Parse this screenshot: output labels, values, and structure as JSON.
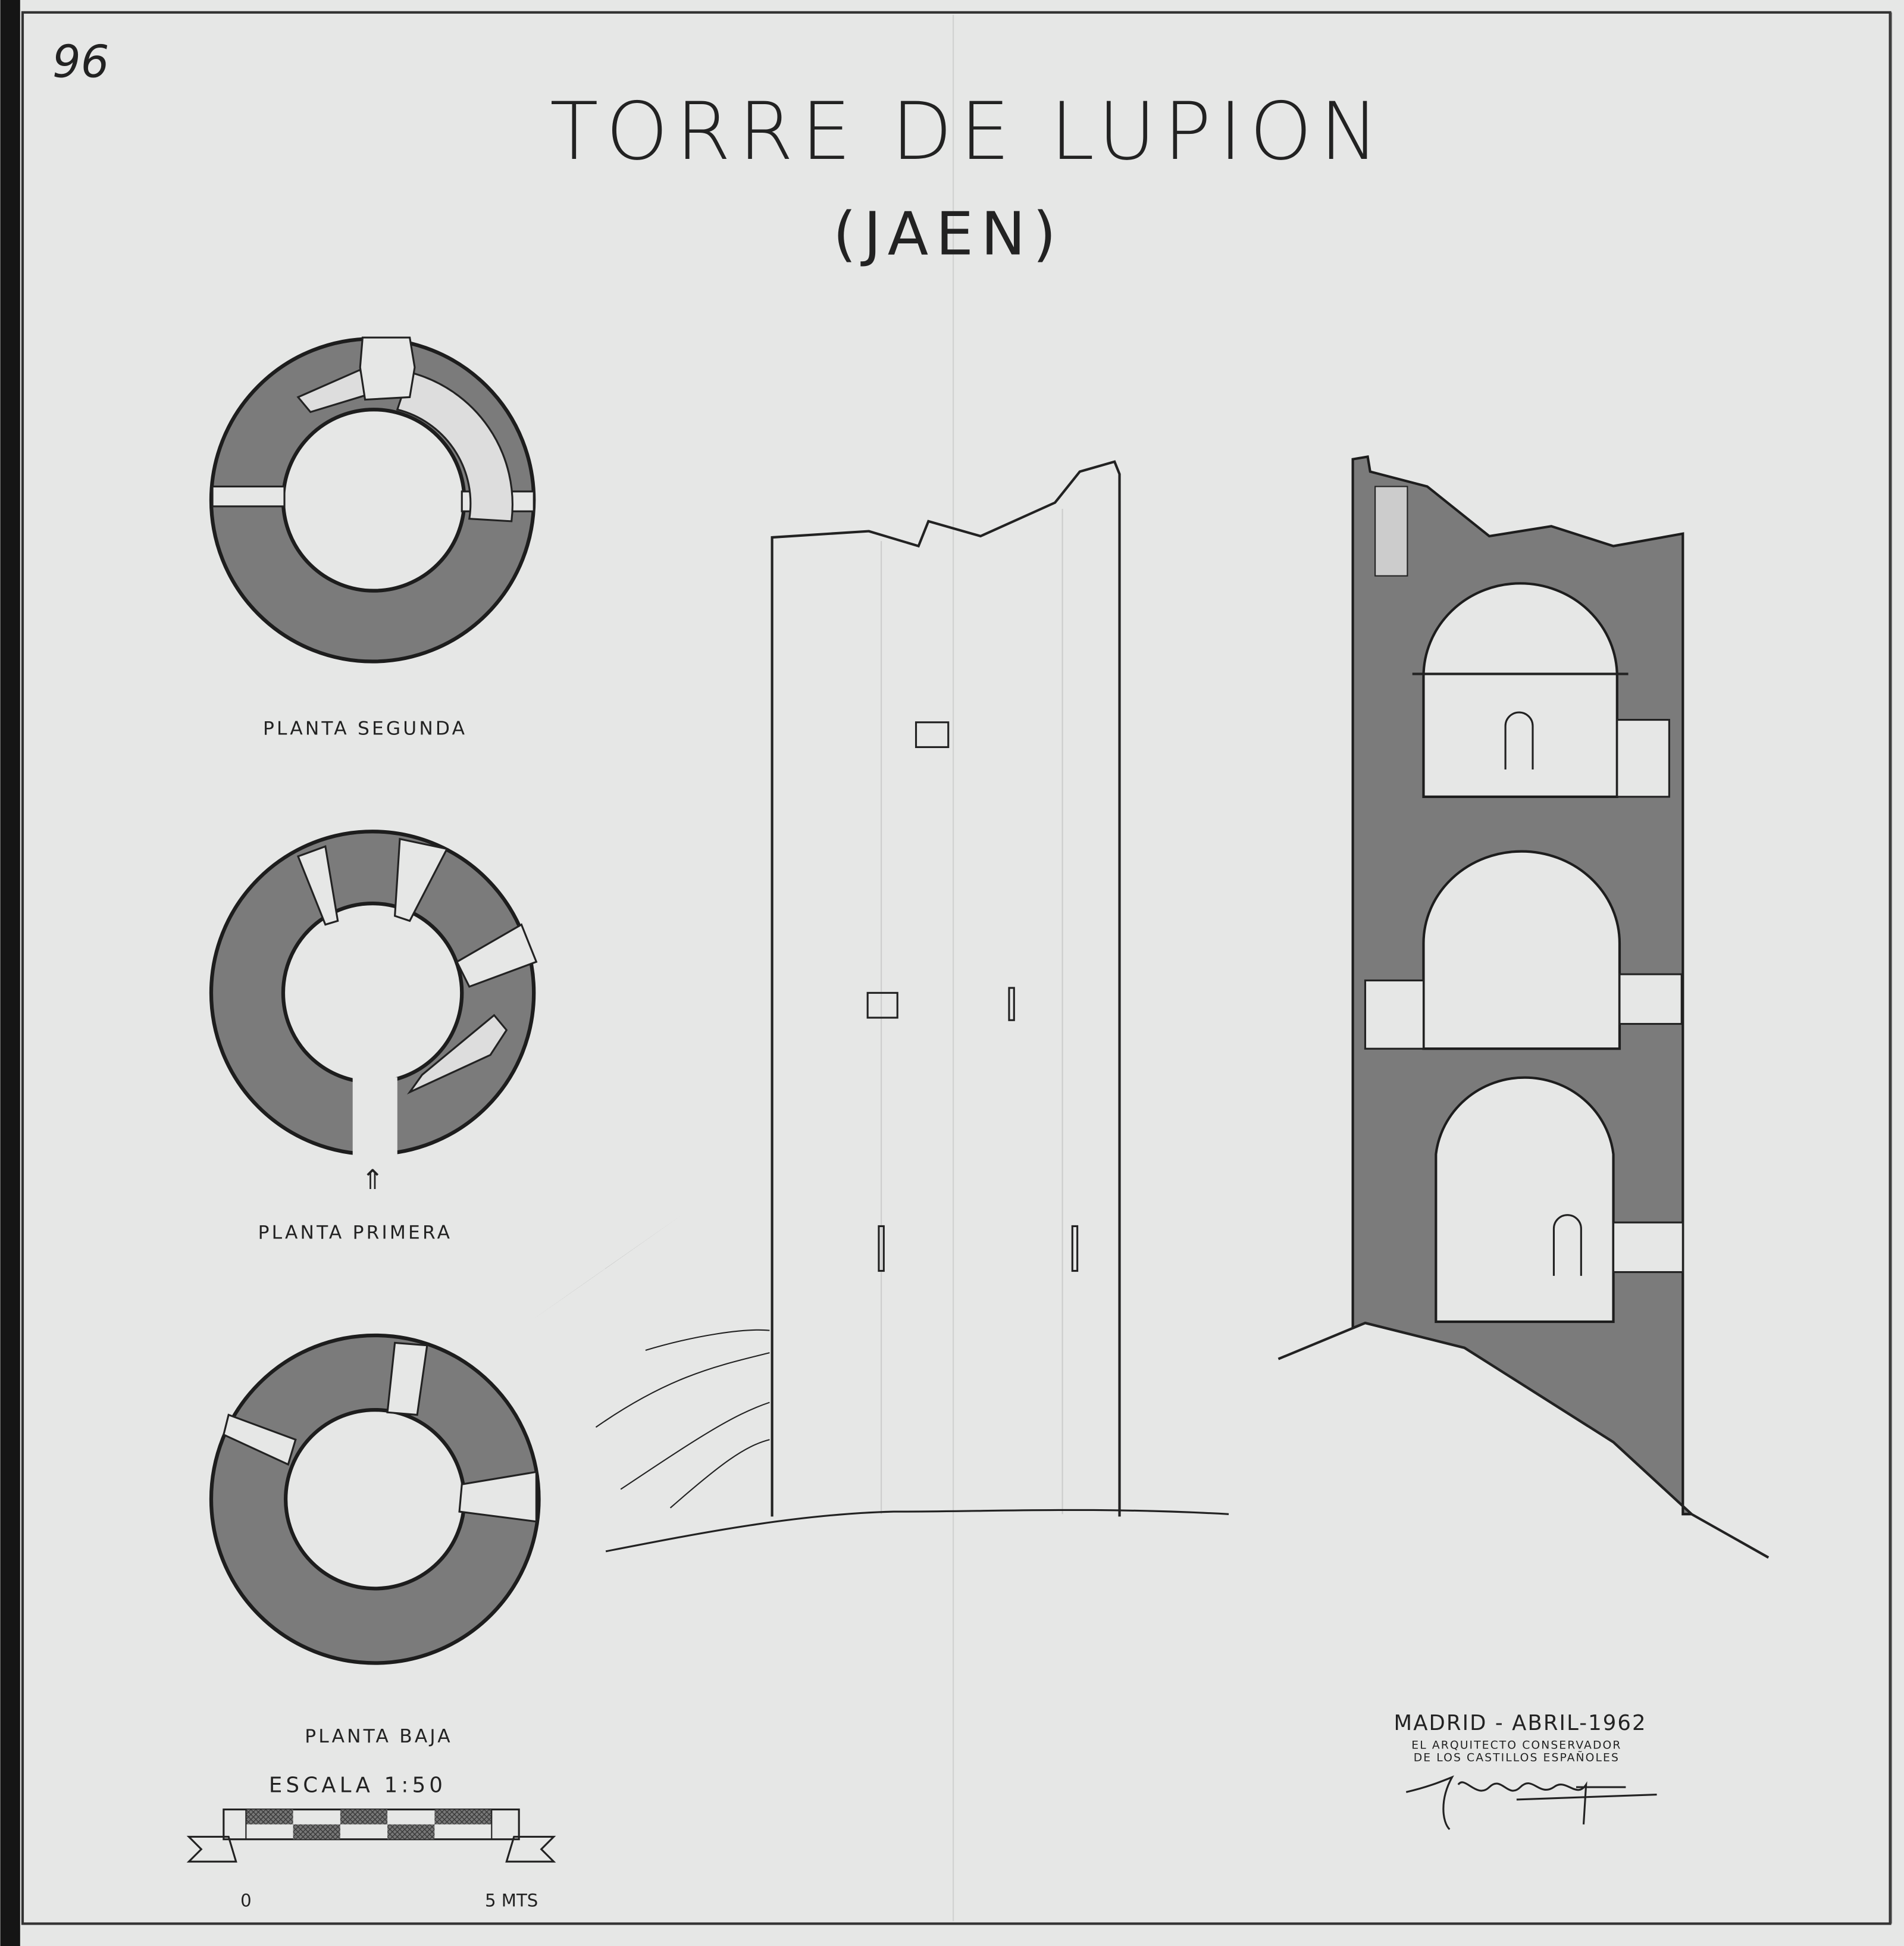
{
  "sheet_number": "96",
  "title": "TORRE DE LUPION",
  "subtitle": "(JAEN)",
  "plans": [
    {
      "label": "PLANTA SEGUNDA"
    },
    {
      "label": "PLANTA PRIMERA"
    },
    {
      "label": "PLANTA BAJA"
    }
  ],
  "scale": {
    "label": "ESCALA 1:50",
    "start": "0",
    "end": "5 MTS"
  },
  "footer": {
    "place_date": "MADRID - ABRIL-1962",
    "role_line1": "EL ARQUITECTO CONSERVADOR",
    "role_line2": "DE LOS CASTILLOS ESPAÑOLES"
  },
  "colors": {
    "paper": "#e6e7e6",
    "ink": "#222222",
    "wall_fill": "#7b7b7b"
  }
}
